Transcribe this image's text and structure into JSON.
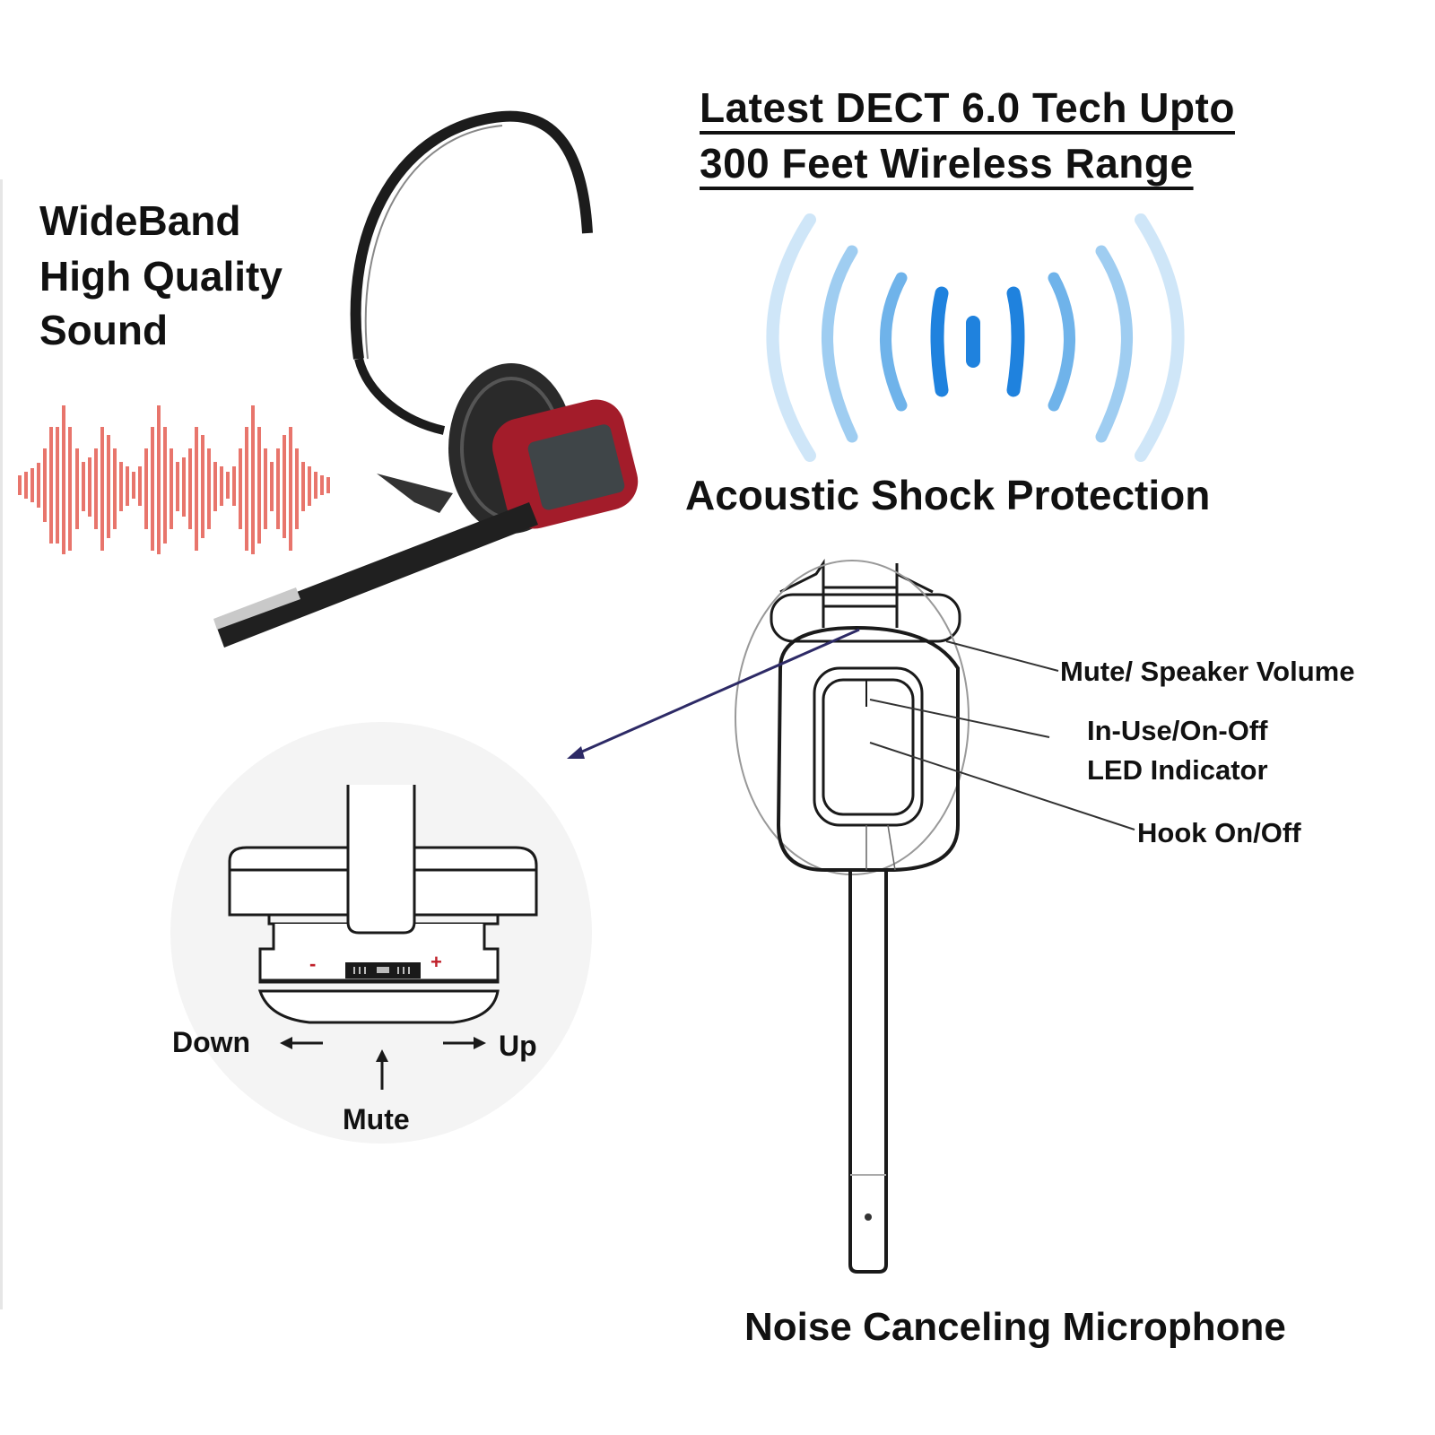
{
  "headline": {
    "line1": "Latest DECT 6.0 Tech Upto",
    "line2": "300 Feet Wireless Range"
  },
  "feature_sound": {
    "line1": "WideBand",
    "line2": "High Quality",
    "line3": "Sound",
    "icon": "sound-wave-icon",
    "color": "#e8665e"
  },
  "feature_shock": {
    "label": "Acoustic Shock Protection",
    "icon": "wireless-signal-icon",
    "color": "#1e7fd8"
  },
  "product": {
    "icon": "headset-photo",
    "accent_color": "#a31c2a"
  },
  "callouts": {
    "mute_volume": "Mute/ Speaker Volume",
    "led_line1": "In-Use/On-Off",
    "led_line2": "LED Indicator",
    "hook": "Hook On/Off"
  },
  "volume_detail": {
    "down": "Down",
    "up": "Up",
    "mute": "Mute",
    "minus": "-",
    "plus": "+"
  },
  "microphone": {
    "label": "Noise Canceling Microphone"
  }
}
